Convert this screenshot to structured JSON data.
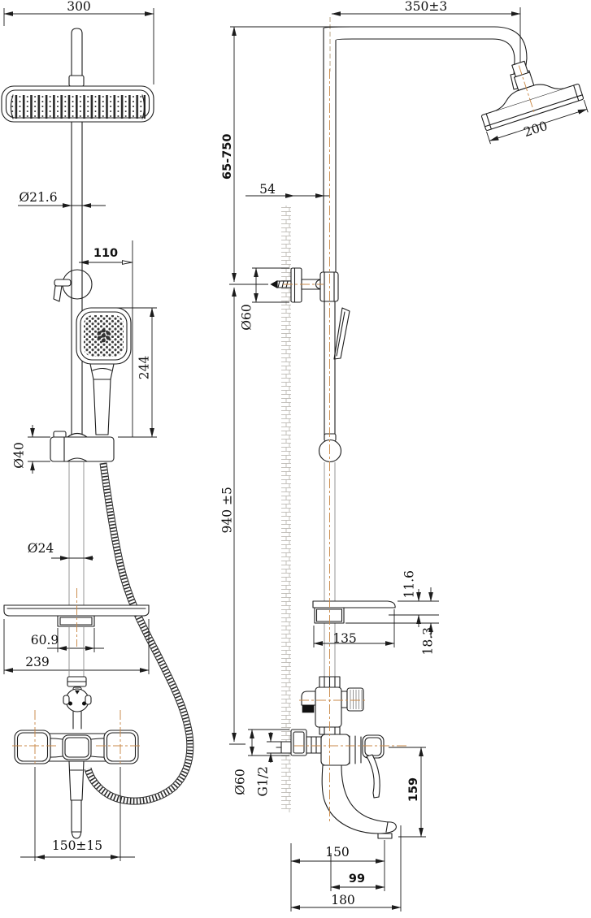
{
  "drawing": {
    "background": "#ffffff",
    "line_color": "#1c1c1c",
    "centerline_color": "#c98948",
    "wall_hatch_color": "#bdbab4"
  },
  "front_view": {
    "overall_width": "300",
    "pipe_diameter": "Ø21.6",
    "holder_offset": "110",
    "handshower_length": "244",
    "slider_diameter": "Ø40",
    "column_diameter": "Ø24",
    "soap_dish_width": "60.9",
    "shelf_width": "239",
    "inlet_spacing": "150±15"
  },
  "side_view": {
    "arm_reach": "350±3",
    "head_diameter": "200",
    "height_adjust_range": "65-750",
    "wall_to_column": "54",
    "bracket_plate_diameter": "Ø60",
    "column_height": "940 ±5",
    "shelf_lip_height": "11.6",
    "shelf_total_height": "18.3",
    "shelf_depth": "135",
    "escutcheon_diameter": "Ø60",
    "thread_size": "G1/2",
    "spout_drop_height": "159",
    "spout_reach": "150",
    "spout_outlet_offset": "99",
    "spout_total_reach": "180"
  }
}
